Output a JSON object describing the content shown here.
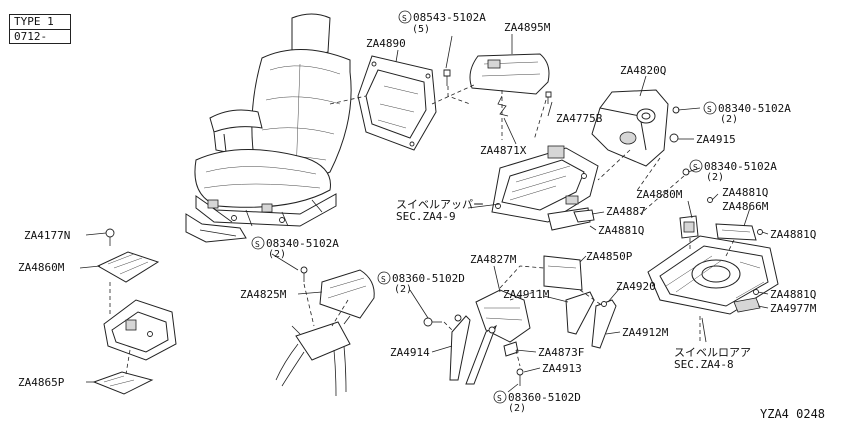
{
  "type_box": {
    "line1": "TYPE 1",
    "line2": "0712-"
  },
  "diagram_code": "YZA4 0248",
  "callouts": {
    "c_08543": {
      "part": "08543-5102A",
      "qty": "(5)"
    },
    "c_za4895m": "ZA4895M",
    "c_za4890": "ZA4890",
    "c_za4820q": "ZA4820Q",
    "c_08340_a": {
      "part": "08340-5102A",
      "qty": "(2)"
    },
    "c_za4775b": "ZA4775B",
    "c_za4915": "ZA4915",
    "c_za4871x": "ZA4871X",
    "c_08340_b": {
      "part": "08340-5102A",
      "qty": "(2)"
    },
    "c_swivel_upper": {
      "line1": "スイベルアッパー",
      "line2": "SEC.ZA4-9"
    },
    "c_za4887": "ZA4887",
    "c_za4880m": "ZA4880M",
    "c_za4881q_1": "ZA4881Q",
    "c_za4866m": "ZA4866M",
    "c_za4881q_2": "ZA4881Q",
    "c_za4881q_3": "ZA4881Q",
    "c_za4177n": "ZA4177N",
    "c_za4860m": "ZA4860M",
    "c_08340_c": {
      "part": "08340-5102A",
      "qty": "(2)"
    },
    "c_za4827m": "ZA4827M",
    "c_za4850p": "ZA4850P",
    "c_08360_a": {
      "part": "08360-5102D",
      "qty": "(2)"
    },
    "c_za4825m": "ZA4825M",
    "c_za4911m": "ZA4911M",
    "c_za4920": "ZA4920",
    "c_za4881q_4": "ZA4881Q",
    "c_za4977m": "ZA4977M",
    "c_za4912m": "ZA4912M",
    "c_swivel_lower": {
      "line1": "スイベルロアア",
      "line2": "SEC.ZA4-8"
    },
    "c_za4914": "ZA4914",
    "c_za4873f": "ZA4873F",
    "c_za4913": "ZA4913",
    "c_za4865p": "ZA4865P",
    "c_08360_b": {
      "part": "08360-5102D",
      "qty": "(2)"
    }
  }
}
